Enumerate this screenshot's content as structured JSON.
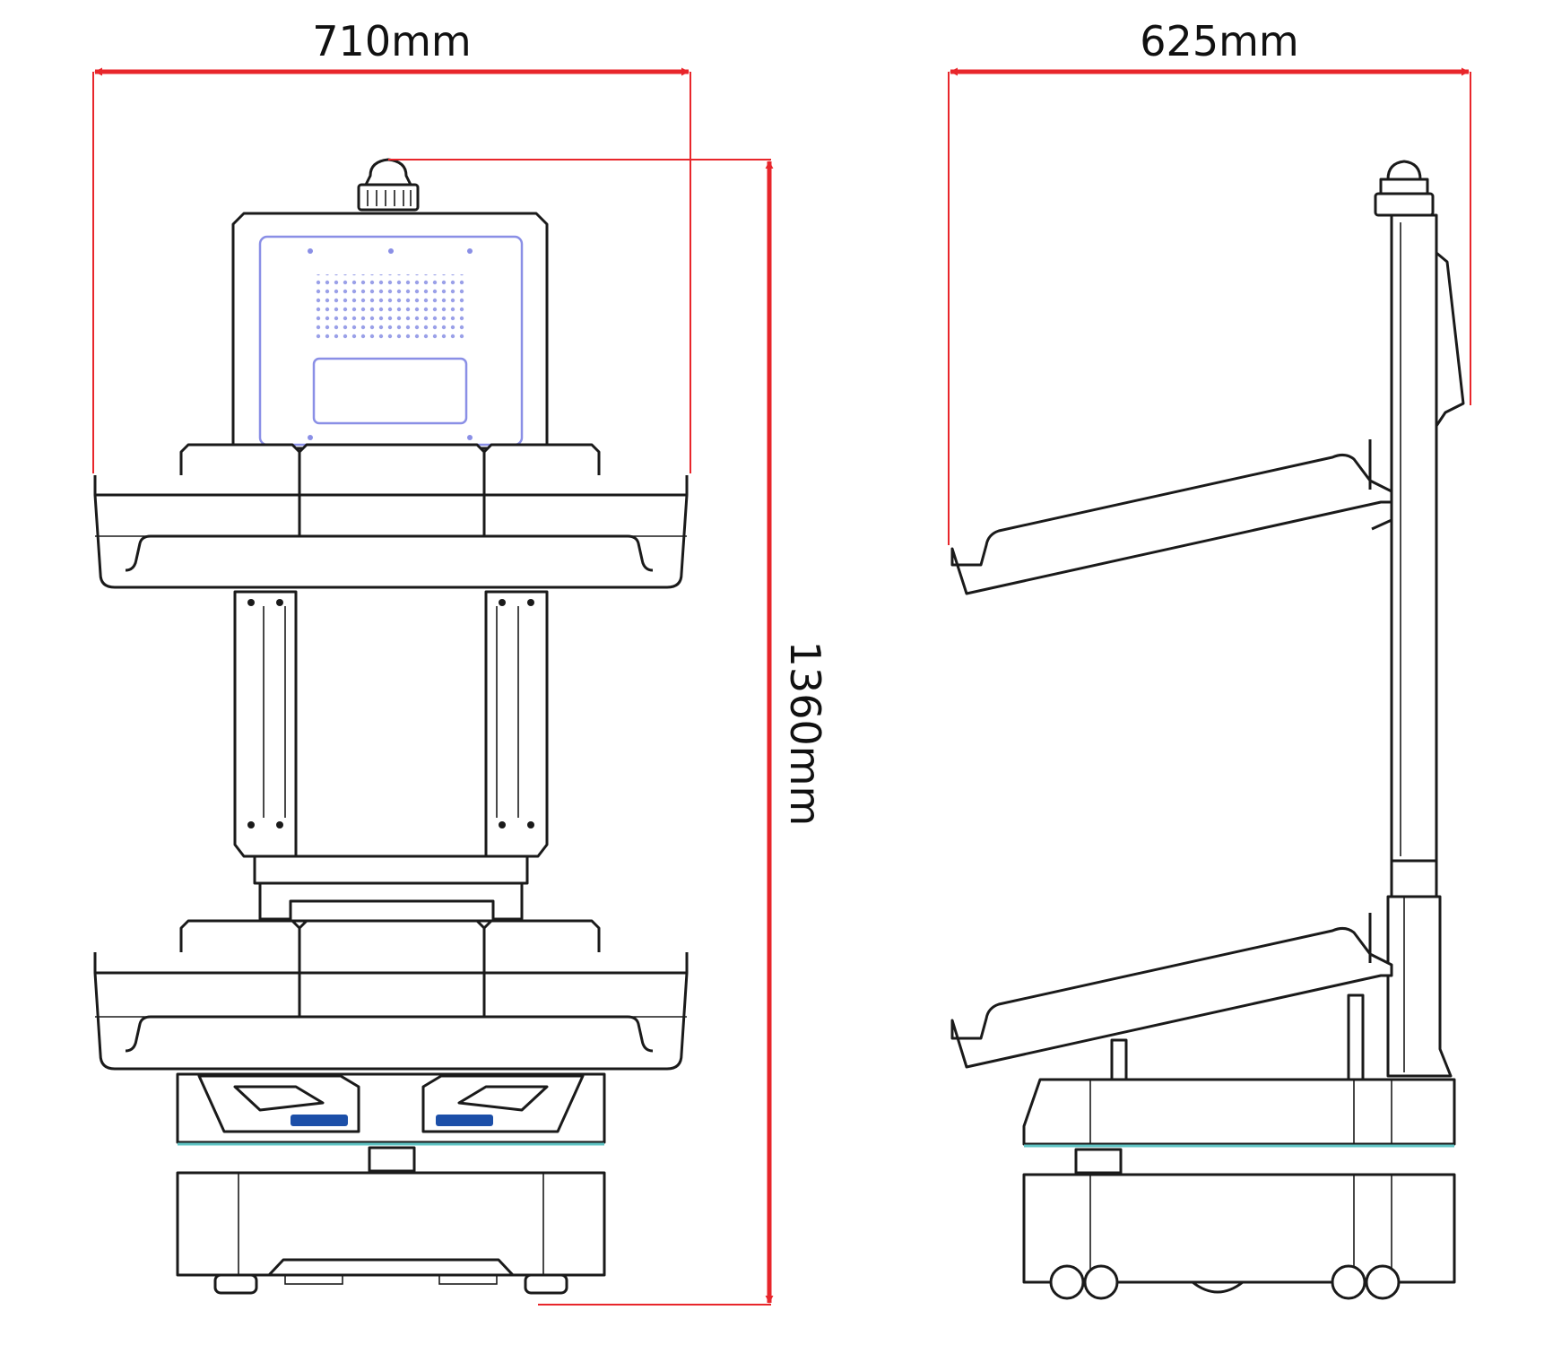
{
  "dimensions": {
    "front_width": "710mm",
    "side_depth": "625mm",
    "height": "1360mm"
  },
  "colors": {
    "dimension_line": "#e8262b",
    "outline": "#1a1a1a",
    "screen_tint": "#8a8fe6",
    "accent_blue": "#1c4fa8",
    "teal_line": "#5fc4c4"
  }
}
